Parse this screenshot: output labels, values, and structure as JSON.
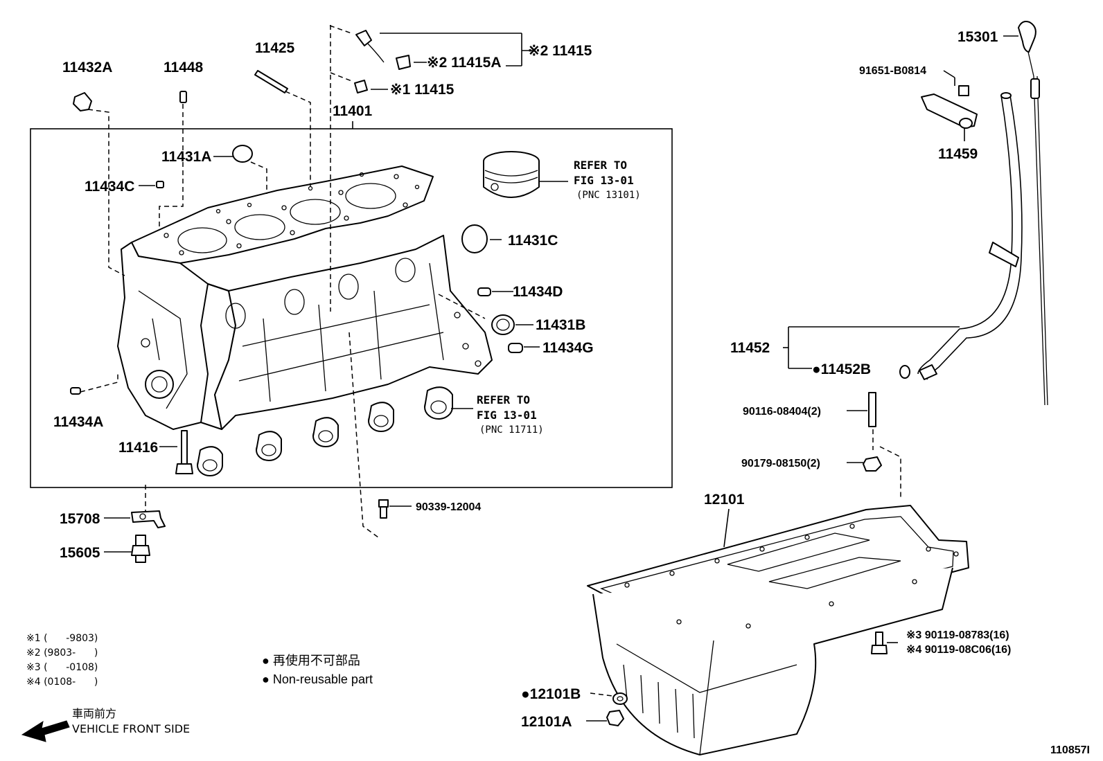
{
  "labels": {
    "p11432A": "11432A",
    "p11448": "11448",
    "p11425": "11425",
    "p11415_top": "※2 11415",
    "p11415A": "※2 11415A",
    "p11415_mid": "※1 11415",
    "p11401": "11401",
    "p11431A": "11431A",
    "p11434C": "11434C",
    "p11431C": "11431C",
    "p11434D": "11434D",
    "p11431B": "11431B",
    "p11434G": "11434G",
    "p11434A": "11434A",
    "p11416": "11416",
    "p15708": "15708",
    "p15605": "15605",
    "p90339": "90339-12004",
    "p15301": "15301",
    "p91651": "91651-B0814",
    "p11459": "11459",
    "p11452": "11452",
    "p11452B": "●11452B",
    "p90116": "90116-08404(2)",
    "p90179": "90179-08150(2)",
    "p12101": "12101",
    "p90119_3": "※3 90119-08783(16)",
    "p90119_4": "※4 90119-08C06(16)",
    "p12101B": "●12101B",
    "p12101A": "12101A"
  },
  "refs": {
    "piston": {
      "line1": "REFER TO",
      "line2": "FIG 13-01",
      "line3": "(PNC 13101)"
    },
    "bearing": {
      "line1": "REFER TO",
      "line2": "FIG 13-01",
      "line3": "(PNC 11711)"
    }
  },
  "notes": [
    "※1 (      -9803)",
    "※2 (9803-      )",
    "※3 (      -0108)",
    "※4 (0108-      )"
  ],
  "legend": {
    "jp": "● 再使用不可部品",
    "en": "● Non-reusable part"
  },
  "front": {
    "jp": "車両前方",
    "en": "VEHICLE FRONT SIDE"
  },
  "figure_id": "110857I"
}
